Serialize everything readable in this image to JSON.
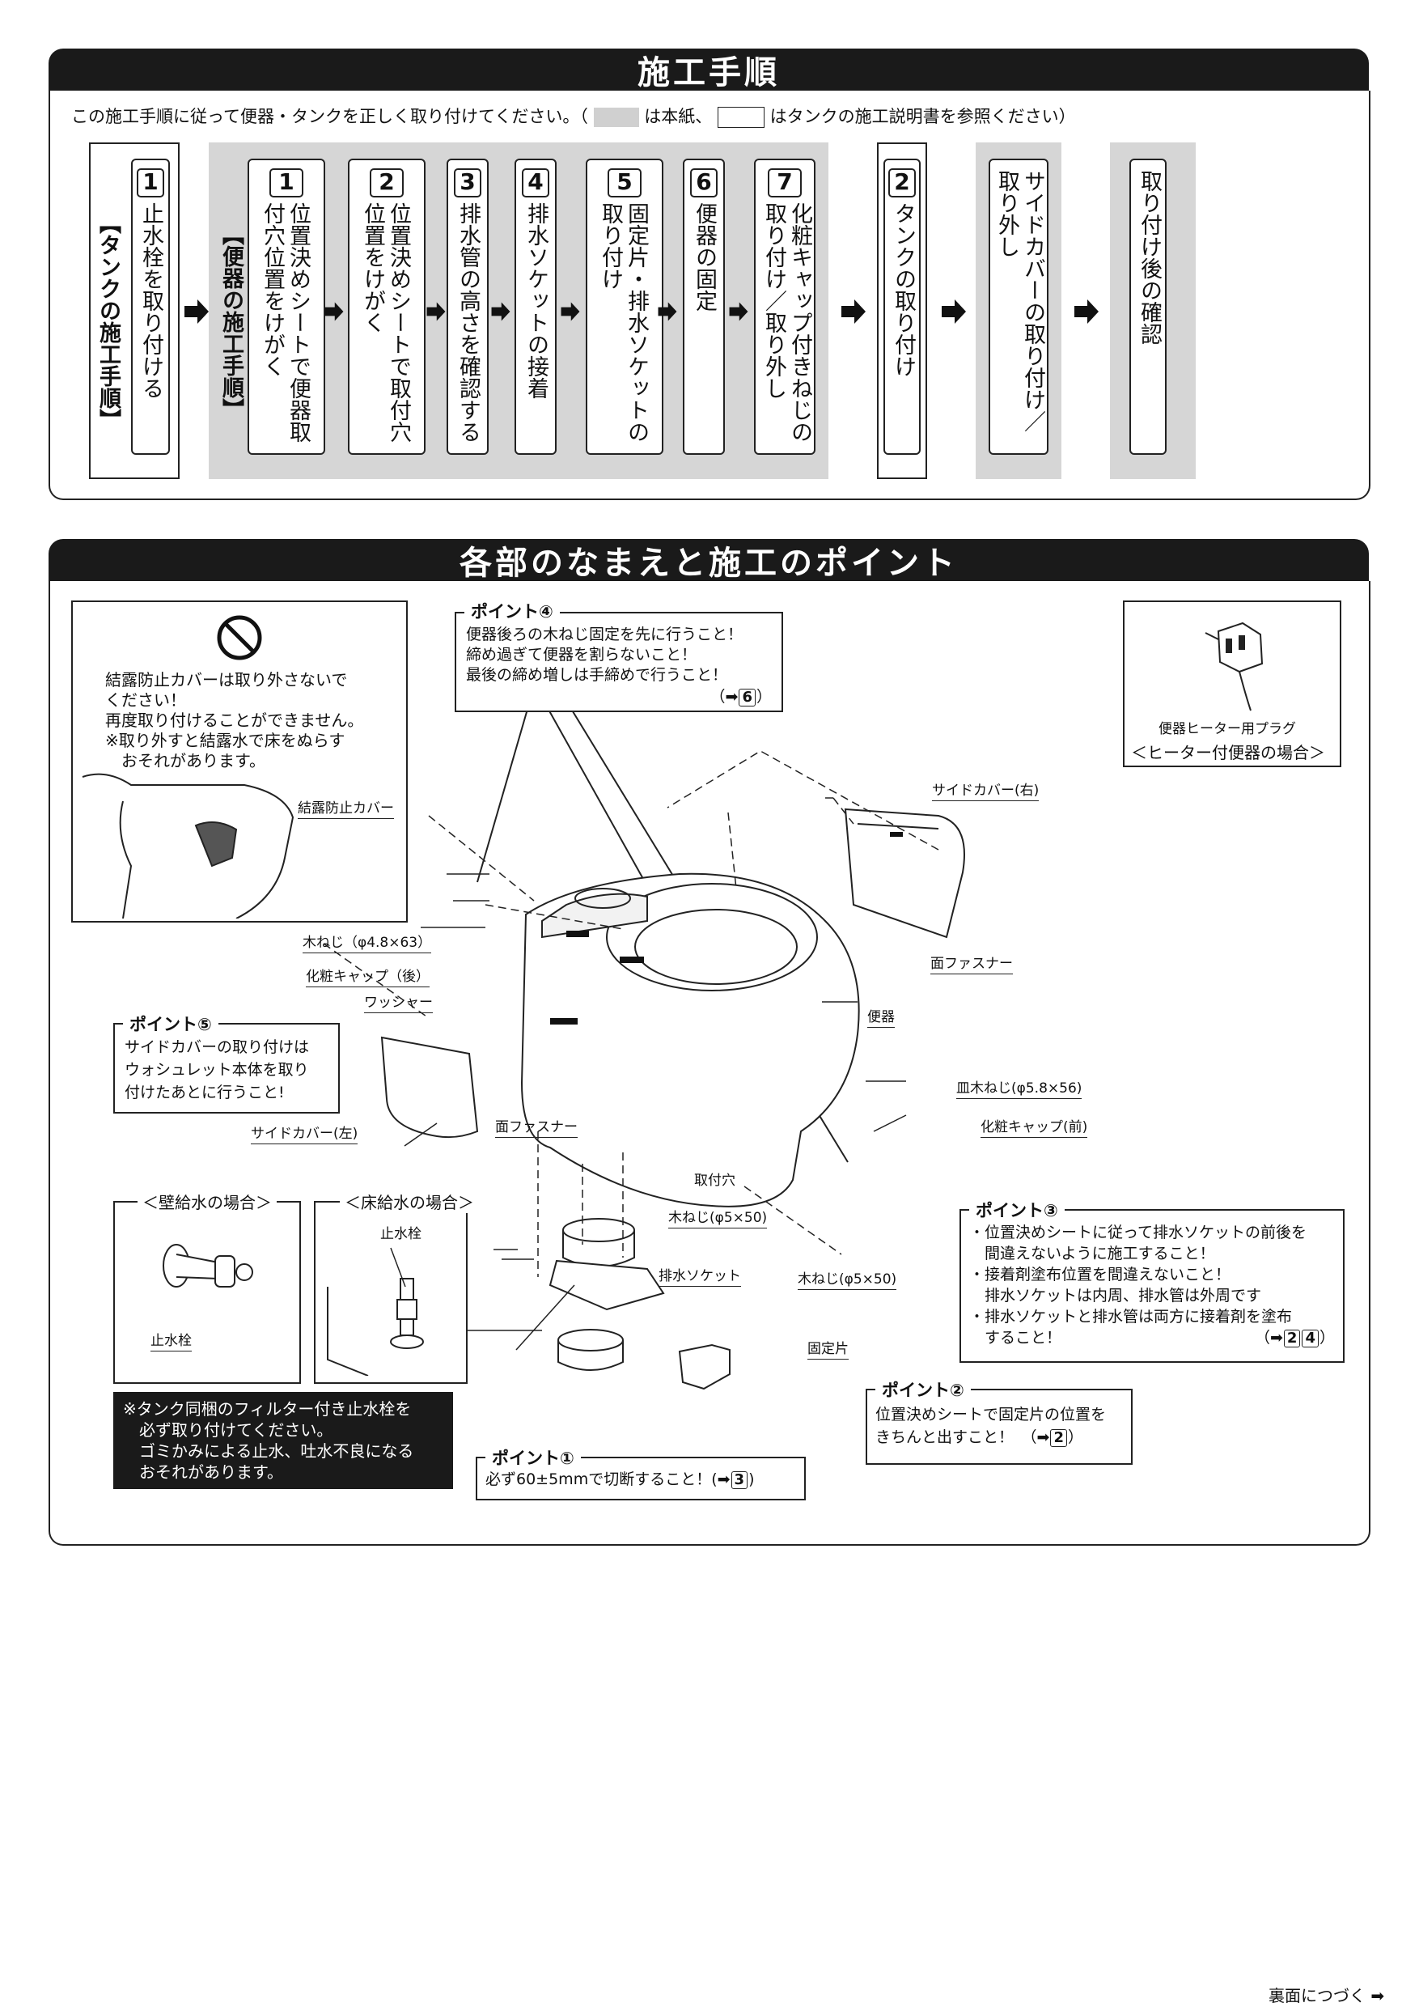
{
  "procedure": {
    "title": "施工手順",
    "intro_before": "この施工手順に従って便器・タンクを正しく取り付けてください。（",
    "intro_mid": "は本紙、",
    "intro_after": "はタンクの施工説明書を参照ください）",
    "tank_group_label": "【タンクの施工手順】",
    "toilet_group_label": "【便器の施工手順】",
    "tank_steps": [
      {
        "num": "1",
        "text": "止水栓を取り付ける"
      },
      {
        "num": "2",
        "text": "タンクの取り付け"
      }
    ],
    "toilet_steps": [
      {
        "num": "1",
        "text": "位置決めシートで便器取付穴位置をけがく"
      },
      {
        "num": "2",
        "text": "位置決めシートで取付穴位置をけがく"
      },
      {
        "num": "3",
        "text": "排水管の高さを確認する"
      },
      {
        "num": "4",
        "text": "排水ソケットの接着"
      },
      {
        "num": "5",
        "text": "固定片・排水ソケットの取り付け"
      },
      {
        "num": "6",
        "text": "便器の固定"
      },
      {
        "num": "7",
        "text": "化粧キャップ付きねじの取り付け／取り外し"
      }
    ],
    "side_cover_step": "サイドカバーの取り付け／取り外し",
    "final_step": "取り付け後の確認"
  },
  "parts": {
    "title": "各部のなまえと施工のポイント",
    "no_remove_box": {
      "lines": [
        "結露防止カバーは取り外さないで",
        "ください！",
        "再度取り付けることができません。",
        "※取り外すと結露水で床をぬらす",
        "　おそれがあります。"
      ],
      "cover_label": "結露防止カバー"
    },
    "point4": {
      "title": "ポイント④",
      "lines": [
        "便器後ろの木ねじ固定を先に行うこと！",
        "締め過ぎて便器を割らないこと！",
        "最後の締め増しは手締めで行うこと！"
      ],
      "ref": "6"
    },
    "heater": {
      "plug_label": "便器ヒーター用プラグ",
      "case_label": "＜ヒーター付便器の場合＞"
    },
    "labels": {
      "side_cover_right": "サイドカバー(右)",
      "velcro1": "面ファスナー",
      "velcro2": "面ファスナー",
      "wood_screw_rear": "木ねじ（φ4.8×63）",
      "cap_rear": "化粧キャップ（後）",
      "washer": "ワッシャー",
      "toilet": "便器",
      "dish_screw": "皿木ねじ(φ5.8×56)",
      "cap_front": "化粧キャップ(前)",
      "side_cover_left": "サイドカバー(左)",
      "mount_hole": "取付穴",
      "wood_screw_a": "木ねじ(φ5×50)",
      "drain_socket": "排水ソケット",
      "wood_screw_b": "木ねじ(φ5×50)",
      "fixing_piece": "固定片"
    },
    "point5": {
      "title": "ポイント⑤",
      "lines": [
        "サイドカバーの取り付けは",
        "ウォシュレット本体を取り",
        "付けたあとに行うこと!"
      ]
    },
    "wall_supply": {
      "title": "＜壁給水の場合＞",
      "valve": "止水栓"
    },
    "floor_supply": {
      "title": "＜床給水の場合＞",
      "valve": "止水栓"
    },
    "filter_note": [
      "※タンク同梱のフィルター付き止水栓を",
      "　必ず取り付けてください。",
      "　ゴミかみによる止水、吐水不良になる",
      "　おそれがあります。"
    ],
    "point1": {
      "title": "ポイント①",
      "text": "必ず60±5mmで切断すること！(",
      "ref": "3"
    },
    "point2": {
      "title": "ポイント②",
      "lines": [
        "位置決めシートで固定片の位置を",
        "きちんと出すこと！"
      ],
      "ref": "2"
    },
    "point3": {
      "title": "ポイント③",
      "lines": [
        "・位置決めシートに従って排水ソケットの前後を",
        "　間違えないように施工すること！",
        "・接着剤塗布位置を間違えないこと！",
        "　排水ソケットは内周、排水管は外周です",
        "・排水ソケットと排水管は両方に接着剤を塗布",
        "　すること！"
      ],
      "refs": [
        "2",
        "4"
      ]
    }
  },
  "footer": "裏面につづく"
}
